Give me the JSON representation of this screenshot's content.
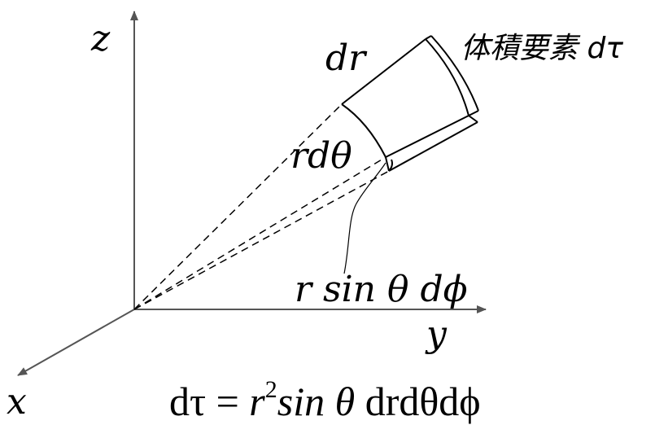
{
  "labels": {
    "axis_z": "z",
    "axis_x": "x",
    "axis_y": "y",
    "dr": "dr",
    "r_dtheta": "rdθ",
    "r_sin_dphi": "r sin θ dϕ",
    "volume_element": "体積要素 dτ"
  },
  "formula": {
    "lhs": "dτ",
    "eq": " = ",
    "r": "r",
    "exp": "2",
    "sin_theta": "sin θ",
    "rest": " drdθdϕ"
  }
}
